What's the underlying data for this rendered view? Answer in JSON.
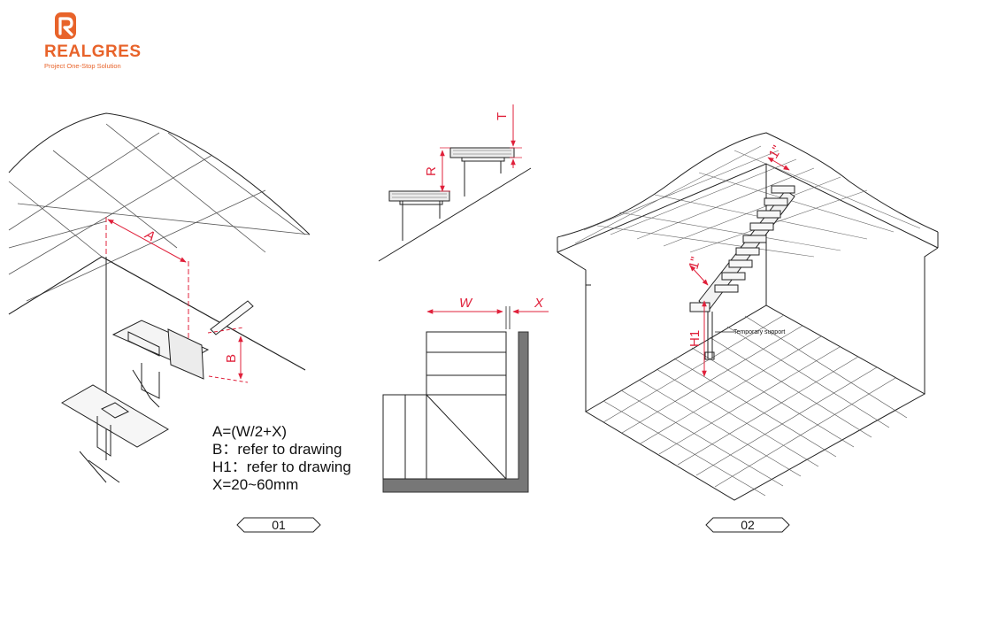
{
  "brand": {
    "name": "REALGRES",
    "tagline": "Project One-Stop Solution",
    "color": "#e8632a"
  },
  "accent_color": "#e0213b",
  "panel_left": {
    "dim_a": "A",
    "dim_b": "B",
    "formula": [
      "A=(W/2+X)",
      "B：refer to drawing",
      "H1：refer to drawing",
      "X=20~60mm"
    ],
    "reference": "01"
  },
  "panel_middle": {
    "dim_t": "T",
    "dim_r": "R",
    "dim_w": "W",
    "dim_x": "X"
  },
  "panel_right": {
    "dim_h1": "H1",
    "dim_1a": "1\"",
    "dim_1b": "1\"",
    "temporary_support": "Temporary support",
    "reference": "02"
  }
}
